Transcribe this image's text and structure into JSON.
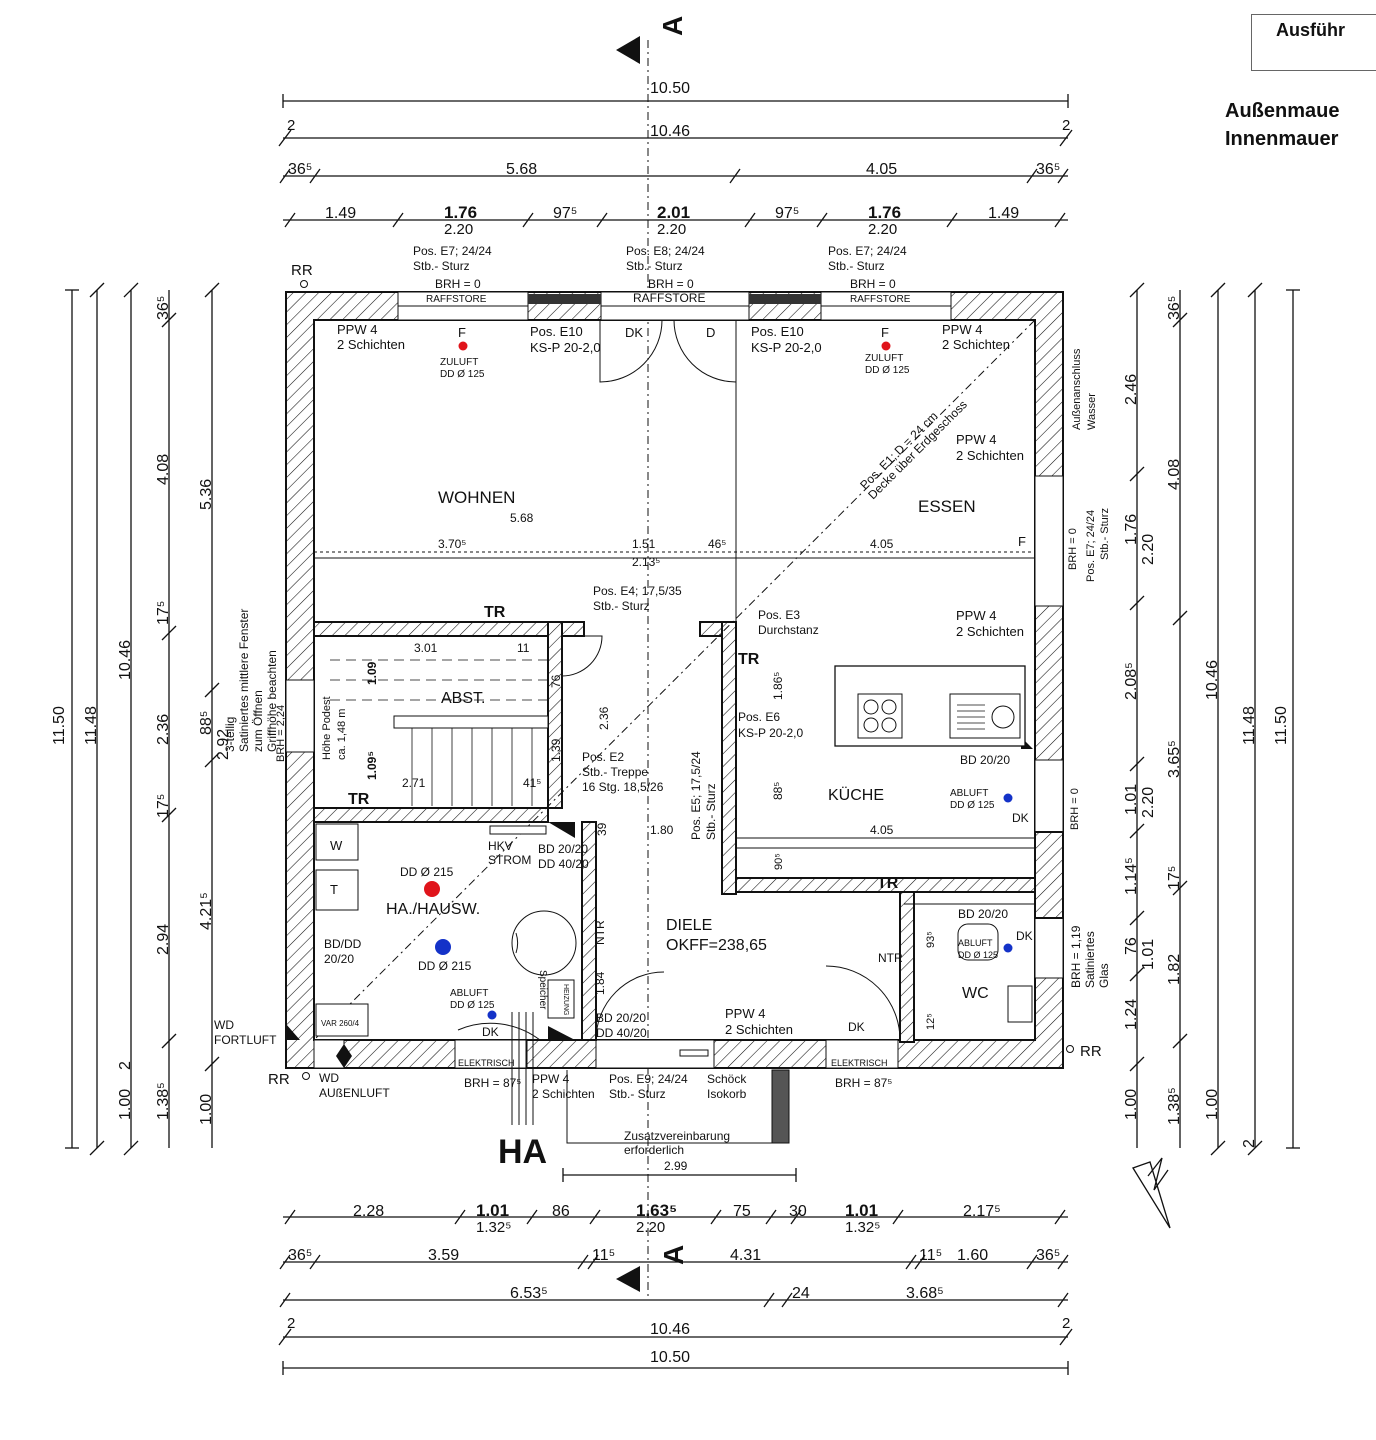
{
  "header": {
    "box_label": "Ausführ",
    "legend_1": "Außenmaue",
    "legend_2": "Innenmauer"
  },
  "section_marker": "A",
  "entry": "HA",
  "dims_top": {
    "overall": "10.50",
    "inner": "10.46",
    "edge": "2",
    "row3": [
      "36⁵",
      "5.68",
      "4.05",
      "36⁵"
    ],
    "row4": [
      "1.49",
      "1.76",
      "97⁵",
      "2.01",
      "97⁵",
      "1.76",
      "1.49"
    ],
    "openings": [
      "2.20",
      "2.20",
      "2.20"
    ]
  },
  "dims_bottom": {
    "row1": [
      "2.28",
      "1.01",
      "86",
      "1.63⁵",
      "75",
      "30",
      "1.01",
      "2.17⁵"
    ],
    "row1_sub": [
      "1.32⁵",
      "2.20",
      "1.32⁵"
    ],
    "row2": [
      "36⁵",
      "3.59",
      "11⁵",
      "4.31",
      "11⁵",
      "1.60",
      "36⁵"
    ],
    "row3": [
      "6.53⁵",
      "24",
      "3.68⁵"
    ],
    "inner": "10.46",
    "overall": "10.50",
    "edge": "2",
    "hinweis_1": "Zusatzvereinbarung",
    "hinweis_2": "erforderlich",
    "hinweis_dim": "2.99"
  },
  "dims_left": [
    "11.50",
    "11.48",
    "10.46",
    "4.08",
    "5.36",
    "17⁵",
    "2.36",
    "88⁵",
    "2.92",
    "17⁵",
    "2.94",
    "4.21⁵",
    "1.38⁵",
    "1.00",
    "1.00",
    "2",
    "36⁵"
  ],
  "dims_right": [
    "11.50",
    "11.48",
    "10.46",
    "4.08",
    "2.46",
    "1.76",
    "2.20",
    "2.08⁵",
    "3.65⁵",
    "1.01",
    "2.20",
    "1.14⁵",
    "17⁵",
    "76",
    "1.01",
    "1.82",
    "1.24",
    "1.38⁵",
    "1.00",
    "1.00",
    "2",
    "36⁵"
  ],
  "rooms": {
    "wohnen": "WOHNEN",
    "essen": "ESSEN",
    "kueche": "KÜCHE",
    "diele": "DIELE",
    "diele_okff": "OKFF=238,65",
    "hausw": "HA./HAUSW.",
    "wc": "WC",
    "abst": "ABST."
  },
  "labels": {
    "pos_e7_l_1": "Pos. E7; 24/24",
    "pos_e7_l_2": "Stb.- Sturz",
    "pos_e7_l_3": "BRH = 0",
    "pos_e8_1": "Pos. E8; 24/24",
    "pos_e8_2": "Stb.- Sturz",
    "pos_e8_3": "BRH = 0",
    "pos_e7_r_1": "Pos. E7; 24/24",
    "pos_e7_r_2": "Stb.- Sturz",
    "pos_e7_r_3": "BRH = 0",
    "raffstore": "RAFFSTORE",
    "ppw_1": "PPW 4",
    "ppw_2": "2 Schichten",
    "pos_e10_1": "Pos. E10",
    "pos_e10_2": "KS-P 20-2,0",
    "zuluft_f": "F",
    "zuluft_1": "ZULUFT",
    "zuluft_2": "DD Ø 125",
    "dk": "DK",
    "d": "D",
    "rr": "RR",
    "decke_1": "Pos. E1; D = 24 cm",
    "decke_2": "Decke über Erdgeschoss",
    "aussenanschluss_1": "Außenanschluss",
    "aussenanschluss_2": "Wasser",
    "wohnen_568": "5.68",
    "d_3705": "3.70⁵",
    "d_151": "1.51",
    "d_465": "46⁵",
    "d_2135": "2.13⁵",
    "d_405": "4.05",
    "pos_e4_1": "Pos. E4; 17,5/35",
    "pos_e4_2": "Stb.- Sturz",
    "pos_e3_1": "Pos. E3",
    "pos_e3_2": "Durchstanz",
    "tr": "TR",
    "ntr": "NTR",
    "pos_e6_1": "Pos. E6",
    "pos_e6_2": "KS-P 20-2,0",
    "pos_e2_1": "Pos. E2",
    "pos_e2_2": "Stb.- Treppe",
    "pos_e2_3": "16 Stg. 18,5/26",
    "pos_e5": "Pos. E5; 17,5/24",
    "stb_sturz": "Stb.- Sturz",
    "bd_2020": "BD 20/20",
    "dd_4020": "DD 40/20",
    "abluft_1": "ABLUFT",
    "abluft_2": "DD Ø 125",
    "dd_215": "DD Ø 215",
    "bd_dd_1": "BD/DD",
    "bd_dd_2": "20/20",
    "hkv_1": "HKV",
    "hkv_2": "STROM",
    "w": "W",
    "t": "T",
    "speicher": "Speicher",
    "heizung": "HEIZUNG",
    "var": "VAR 260/4",
    "elektrisch": "ELEKTRISCH",
    "brh_875": "BRH = 87⁵",
    "brh_119": "BRH = 1,19",
    "brh_0": "BRH = 0",
    "brh_224": "BRH = 2,24",
    "satiniert_1": "Satiniertes",
    "satiniert_2": "Glas",
    "fenster_1": "3-teilig",
    "fenster_2": "Satiniertes mittlere Fenster",
    "fenster_3": "zum Öffnen",
    "fenster_4": "Griffhöhe beachten",
    "podest_1": "Höhe Podest",
    "podest_2": "ca. 1,48 m",
    "wd_fort_1": "WD",
    "wd_fort_2": "FORTLUFT",
    "wd_aus_1": "WD",
    "wd_aus_2": "AUßENLUFT",
    "pos_e9_1": "Pos. E9; 24/24",
    "pos_e9_2": "Stb.- Sturz",
    "schoeck_1": "Schöck",
    "schoeck_2": "Isokorb",
    "d_301": "3.01",
    "d_11": "11",
    "d_109": "1.09",
    "d_1095": "1.09⁵",
    "d_175": "17⁵",
    "d_271": "2.71",
    "d_415": "41⁵",
    "d_139": "1.39",
    "d_236": "2.36",
    "d_76": "76",
    "d_180": "1.80",
    "d_1865": "1.86⁵",
    "d_885": "88⁵",
    "d_39": "39",
    "d_184": "1.84",
    "d_905": "90⁵",
    "d_935": "93⁵",
    "d_125": "12⁵"
  },
  "colors": {
    "supply": "#e0141b",
    "exhaust": "#1432c8",
    "line": "#111111"
  }
}
